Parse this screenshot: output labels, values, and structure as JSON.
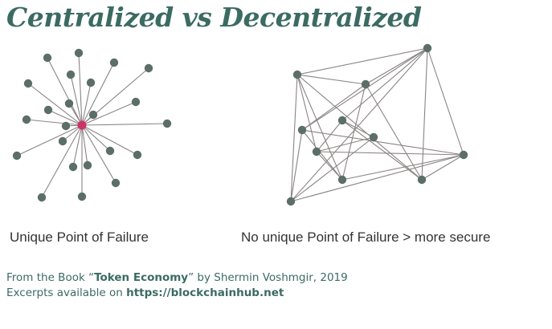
{
  "title": "Centralized vs Decentralized",
  "colors": {
    "title": "#3b6b63",
    "node": "#5c6e6a",
    "hub": "#cc3366",
    "edge": "#8a8484",
    "caption": "#333333",
    "credit": "#3b6b63"
  },
  "left_caption": "Unique Point of Failure",
  "right_caption": "No unique Point of Failure > more secure",
  "credit": {
    "line1_prefix": "From the Book “",
    "book": "Token Economy",
    "line1_suffix": "” by Shermin Voshmgir, 2019",
    "line2_prefix": "Excerpts available on ",
    "url": "https://blockchainhub.net"
  }
}
